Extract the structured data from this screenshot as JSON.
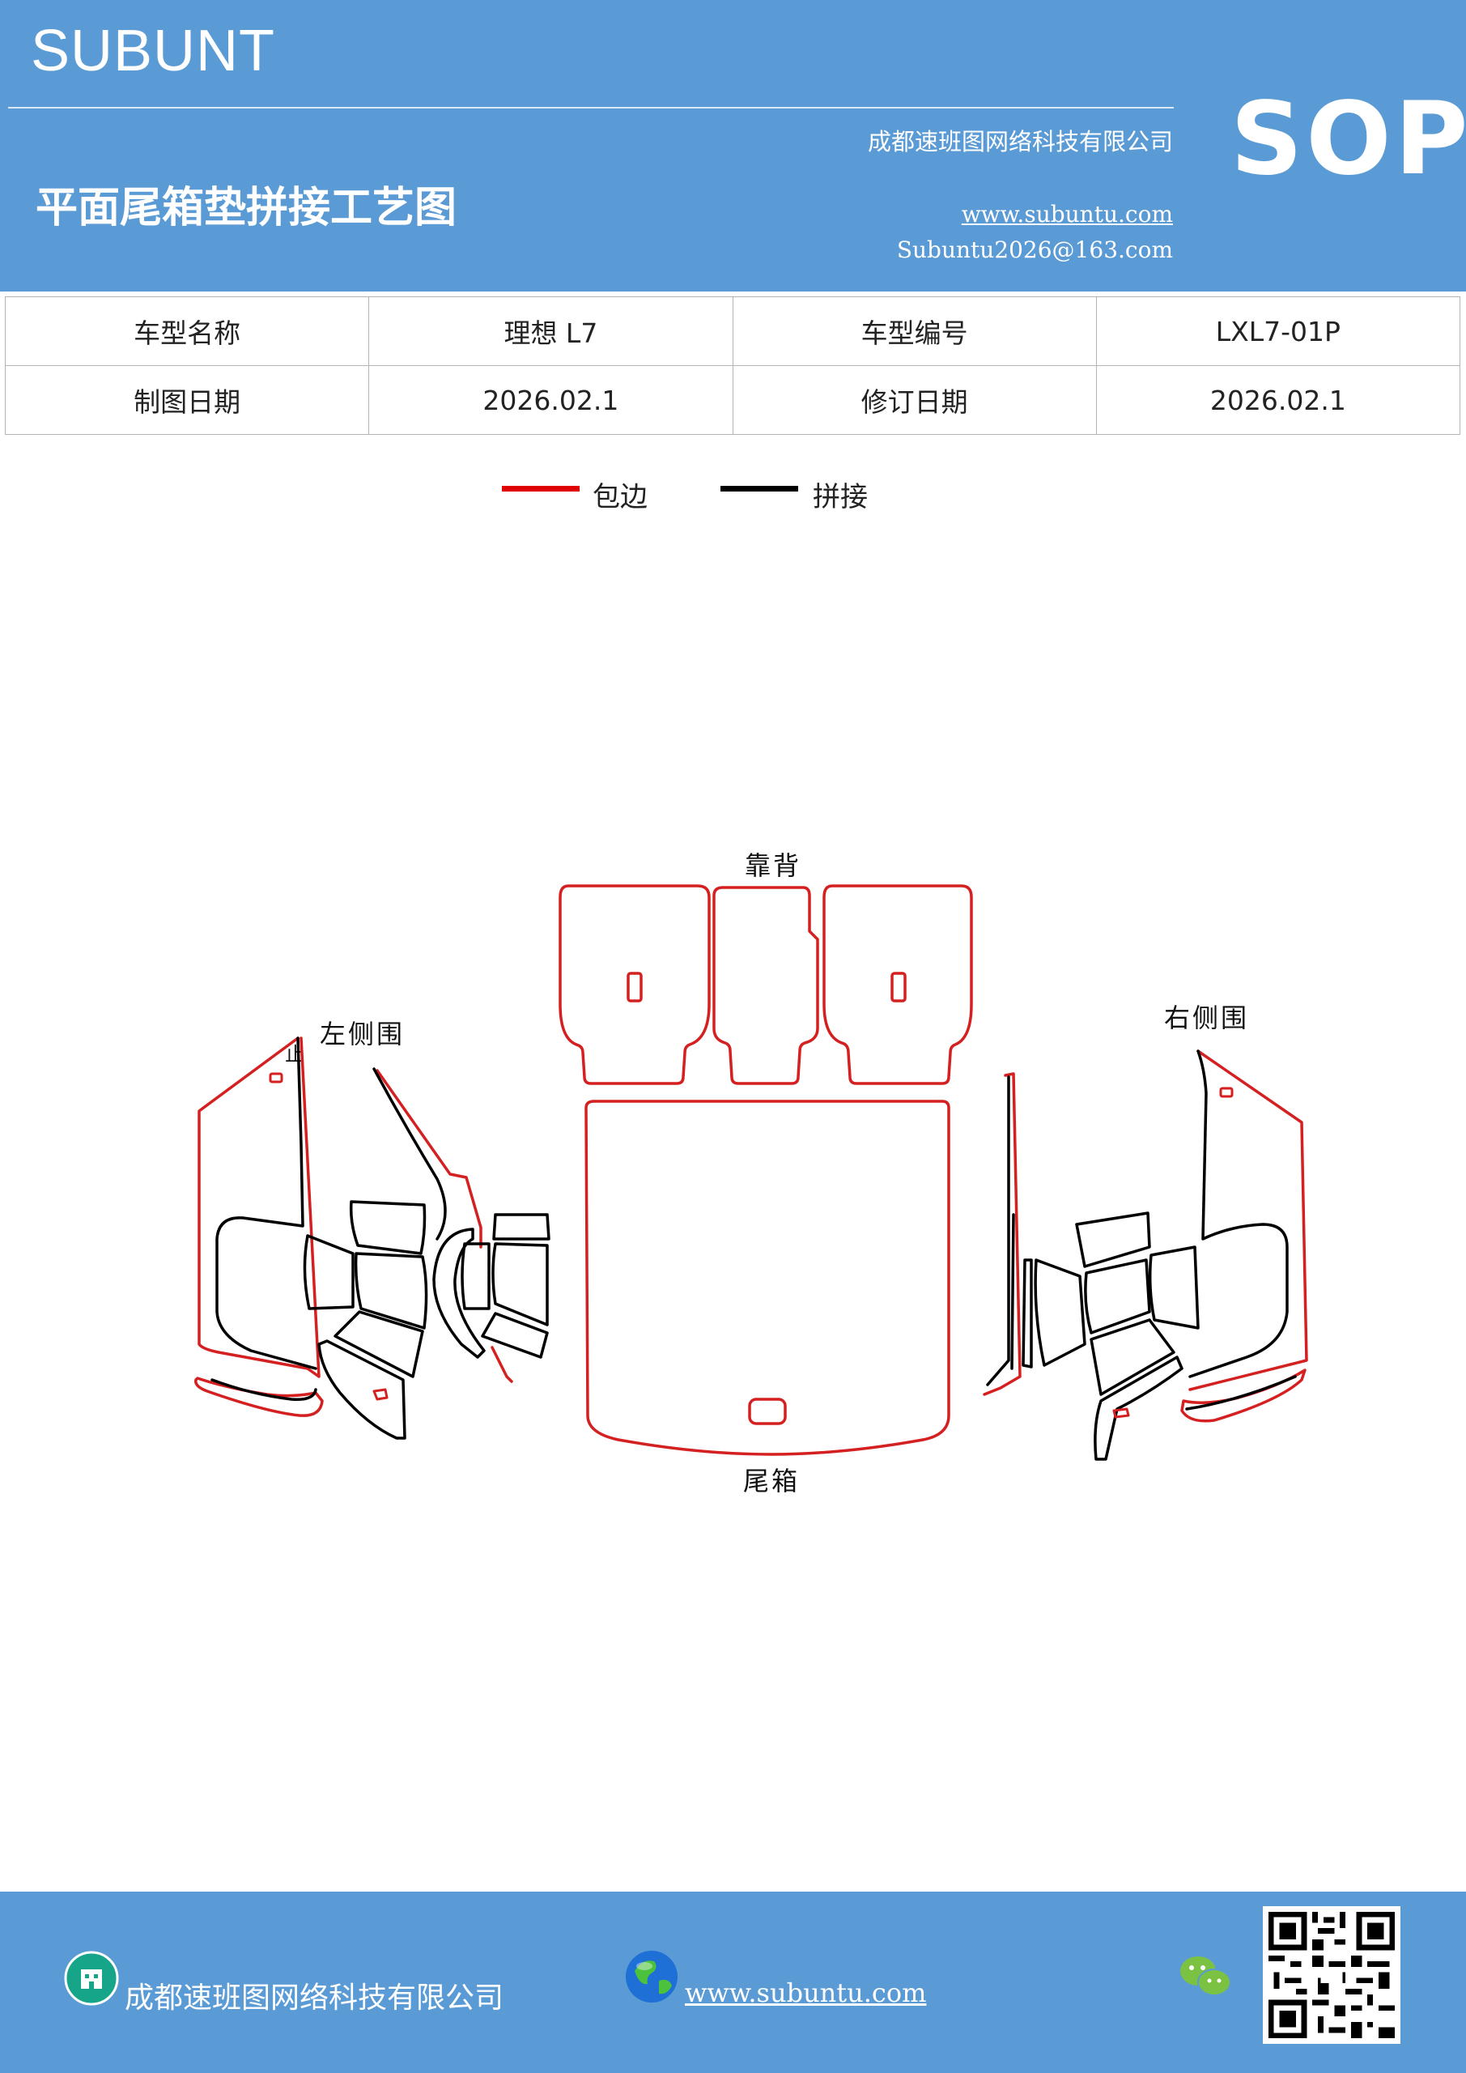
{
  "header": {
    "brand": "SUBUNT",
    "company": "成都速班图网络科技有限公司",
    "badge": "SOP",
    "title": "平面尾箱垫拼接工艺图",
    "url": "www.subuntu.com",
    "email": "Subuntu2026@163.com"
  },
  "info": {
    "row1": [
      "车型名称",
      "理想 L7",
      "车型编号",
      "LXL7-01P"
    ],
    "row2": [
      "制图日期",
      "2026.02.1",
      "修订日期",
      "2026.02.1"
    ]
  },
  "legend": {
    "hem": "包边",
    "splice": "拼接",
    "hem_color": "#e00000",
    "splice_color": "#000000"
  },
  "diagram": {
    "backrest": "靠背",
    "trunk": "尾箱",
    "left_side": "左侧围",
    "right_side": "右侧围",
    "left_mark": "止"
  },
  "footer": {
    "company": "成都速班图网络科技有限公司",
    "url": "www.subuntu.com ",
    "company_icon": "building-icon",
    "globe_icon": "globe-icon",
    "wechat_icon": "wechat-icon",
    "qr": "qr-code"
  }
}
